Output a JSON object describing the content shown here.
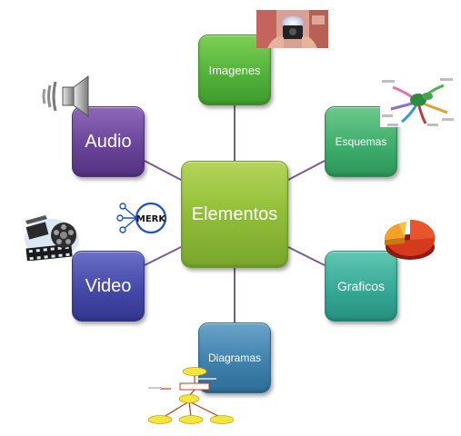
{
  "diagram": {
    "center": {
      "label": "Elementos"
    },
    "nodes": {
      "imagenes": {
        "label": "Imagenes"
      },
      "esquemas": {
        "label": "Esquemas"
      },
      "graficos": {
        "label": "Graficos"
      },
      "diagramas": {
        "label": "Diagramas"
      },
      "video": {
        "label": "Video"
      },
      "audio": {
        "label": "Audio"
      }
    },
    "logo_text": "MERK",
    "colors": {
      "connector": "#7a5c93",
      "center": "#93c03a",
      "imagenes": "#52b33a",
      "esquemas": "#3fae6e",
      "graficos": "#37a996",
      "diagramas": "#3f82ad",
      "video": "#4549a8",
      "audio": "#6a449a"
    },
    "icons": [
      "photo-thumbnail-icon",
      "speaker-icon",
      "mind-map-thumbnail-icon",
      "pie-chart-icon",
      "film-reel-icon",
      "network-logo-icon",
      "flowchart-thumbnail-icon"
    ]
  }
}
